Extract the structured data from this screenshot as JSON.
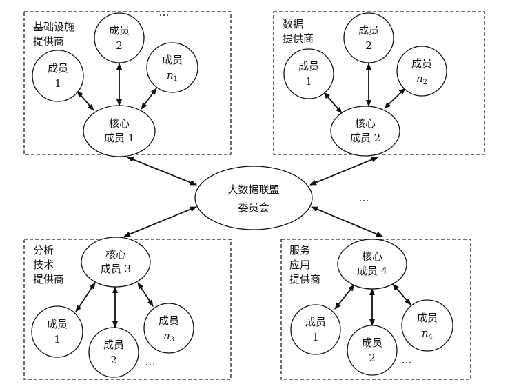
{
  "center": {
    "line1": "大数据联盟",
    "line2": "委员会"
  },
  "ellipsis": "…",
  "groups": [
    {
      "title": [
        "基础设施",
        "提供商"
      ],
      "core": [
        "核心",
        "成员 1"
      ],
      "members": [
        [
          "成员",
          "1"
        ],
        [
          "成员",
          "2"
        ],
        [
          "成员",
          "n",
          "1"
        ]
      ]
    },
    {
      "title": [
        "数据",
        "提供商"
      ],
      "core": [
        "核心",
        "成员 2"
      ],
      "members": [
        [
          "成员",
          "1"
        ],
        [
          "成员",
          "2"
        ],
        [
          "成员",
          "n",
          "2"
        ]
      ]
    },
    {
      "title": [
        "分析",
        "技术",
        "提供商"
      ],
      "core": [
        "核心",
        "成员 3"
      ],
      "members": [
        [
          "成员",
          "1"
        ],
        [
          "成员",
          "2"
        ],
        [
          "成员",
          "n",
          "3"
        ]
      ]
    },
    {
      "title": [
        "服务",
        "应用",
        "提供商"
      ],
      "core": [
        "核心",
        "成员 4"
      ],
      "members": [
        [
          "成员",
          "1"
        ],
        [
          "成员",
          "2"
        ],
        [
          "成员",
          "n",
          "4"
        ]
      ]
    }
  ]
}
